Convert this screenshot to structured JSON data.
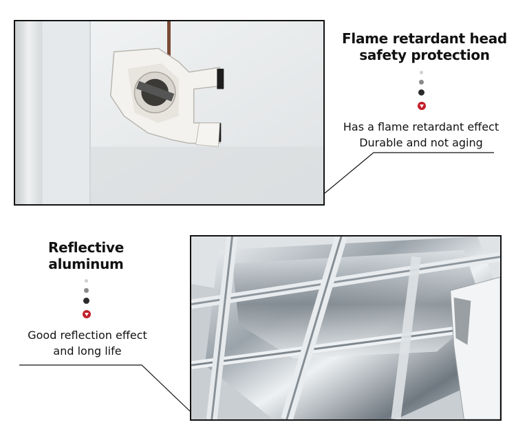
{
  "section1": {
    "title_line1": "Flame retardant head",
    "title_line2": "safety protection",
    "desc_line1": "Has a flame retardant effect",
    "desc_line2": "Durable and not aging"
  },
  "section2": {
    "title_line1": "Reflective",
    "title_line2": "aluminum",
    "desc_line1": "Good reflection effect",
    "desc_line2": "and long life"
  },
  "colors": {
    "marker": "#c2202a",
    "dots": [
      "#cfcfcf",
      "#8a8a8a",
      "#2b2b2b"
    ]
  }
}
